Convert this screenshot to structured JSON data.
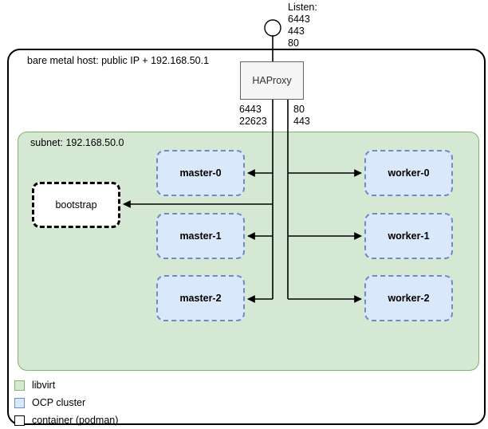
{
  "diagram": {
    "title": "bare metal host HAProxy / OpenShift cluster topology"
  },
  "host": {
    "label": "bare metal host: public IP + 192.168.50.1"
  },
  "subnet": {
    "label": "subnet: 192.168.50.0"
  },
  "haproxy": {
    "label": "HAProxy",
    "listen_label": "Listen:\n6443\n443\n80",
    "listen_title": "Listen:",
    "listen_ports": [
      "6443",
      "443",
      "80"
    ],
    "downstream_left_ports": "6443\n22623",
    "downstream_right_ports": "80\n443"
  },
  "bootstrap": {
    "label": "bootstrap"
  },
  "masters": [
    {
      "label": "master-0"
    },
    {
      "label": "master-1"
    },
    {
      "label": "master-2"
    }
  ],
  "workers": [
    {
      "label": "worker-0"
    },
    {
      "label": "worker-1"
    },
    {
      "label": "worker-2"
    }
  ],
  "legend": [
    {
      "label": "libvirt",
      "fill": "#d5e8d4",
      "stroke": "#82b366"
    },
    {
      "label": "OCP cluster",
      "fill": "#dae8fc",
      "stroke": "#6c8ebf"
    },
    {
      "label": "container (podman)",
      "fill": "#ffffff",
      "stroke": "#000000"
    }
  ],
  "colors": {
    "libvirt_fill": "#d5e8d4",
    "libvirt_stroke": "#82b366",
    "ocp_fill": "#dae8fc",
    "ocp_stroke": "#6c8ebf",
    "container_fill": "#ffffff",
    "container_stroke": "#000000",
    "haproxy_fill": "#f5f5f5",
    "line": "#000000"
  }
}
